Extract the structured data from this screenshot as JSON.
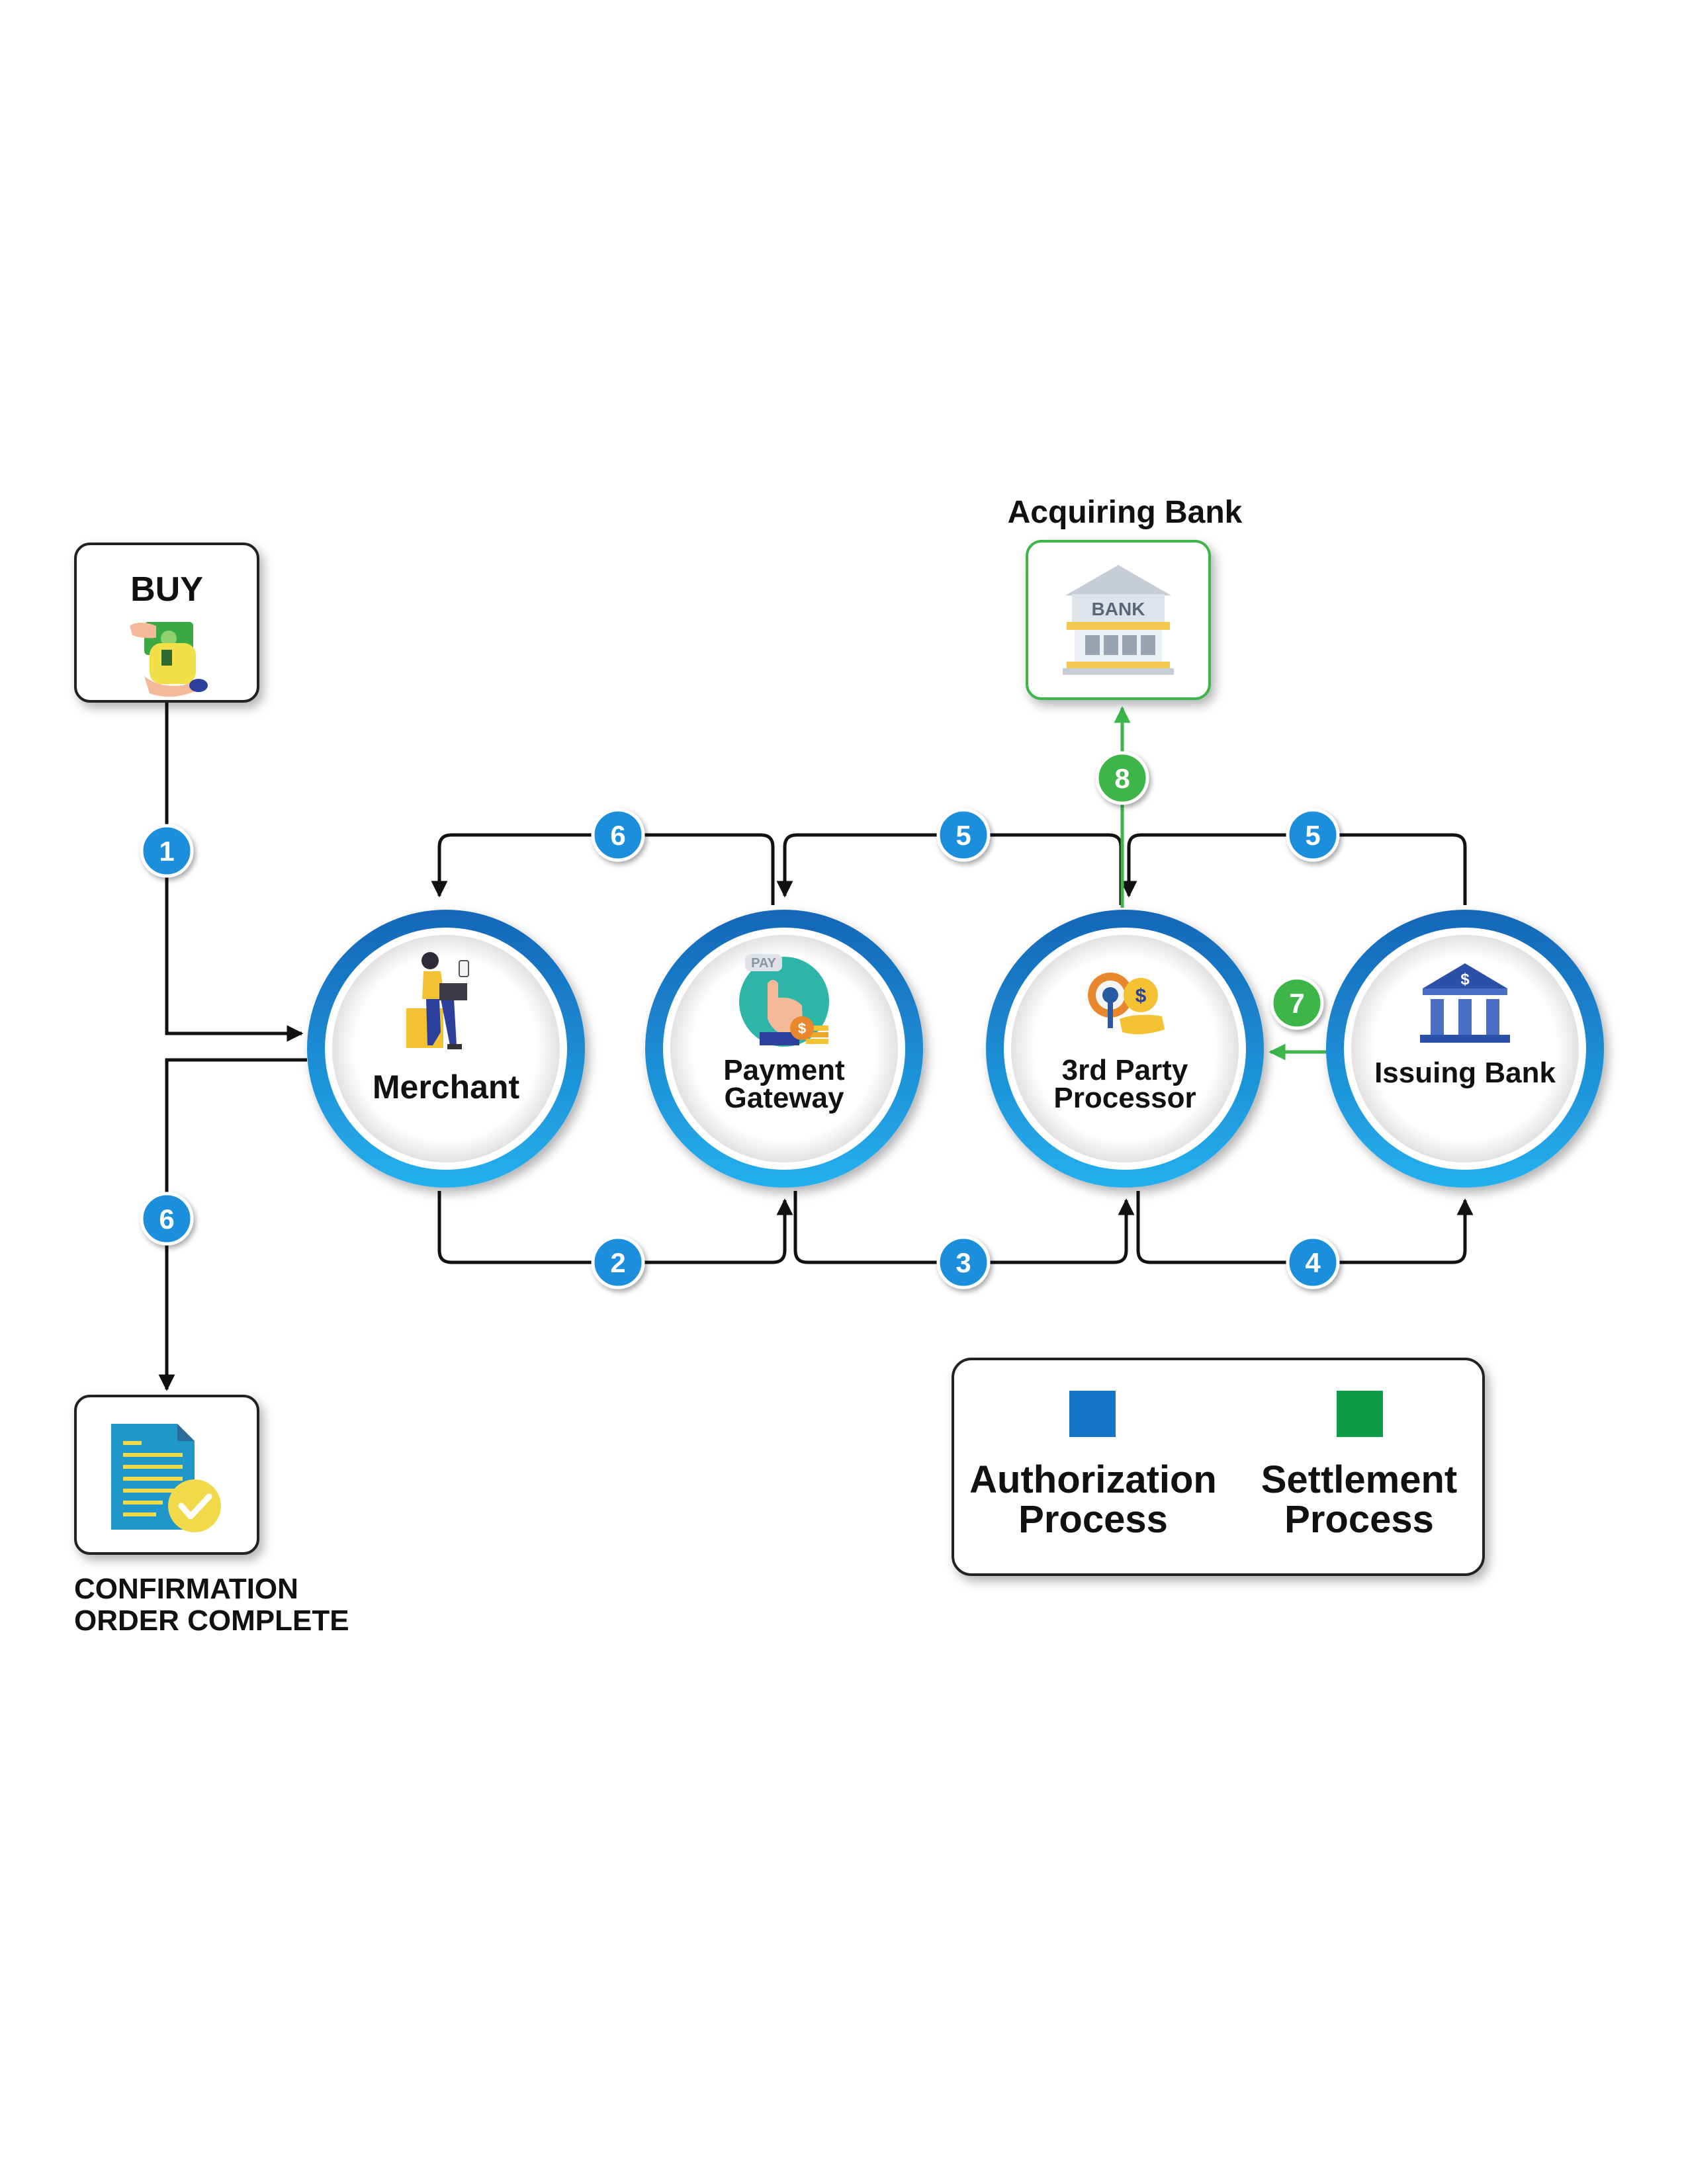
{
  "nodes": {
    "buy": {
      "label": "BUY"
    },
    "confirmation": {
      "line1": "CONFIRMATION",
      "line2": "ORDER COMPLETE"
    },
    "acquiring_bank": {
      "label": "Acquiring Bank",
      "icon_text": "BANK"
    },
    "merchant": {
      "label": "Merchant"
    },
    "payment_gateway": {
      "line1": "Payment",
      "line2": "Gateway",
      "icon_text": "PAY"
    },
    "processor": {
      "line1": "3rd Party",
      "line2": "Processor"
    },
    "issuing_bank": {
      "label": "Issuing Bank"
    }
  },
  "steps": {
    "buy_to_merchant": "1",
    "merchant_to_confirmation": "6",
    "merchant_to_gateway": "2",
    "gateway_to_processor": "3",
    "processor_to_issuing": "4",
    "gateway_to_merchant": "6",
    "processor_to_gateway": "5",
    "issuing_to_processor": "5",
    "issuing_settlement": "7",
    "processor_to_acquiring": "8"
  },
  "legend": {
    "authorization": {
      "line1": "Authorization",
      "line2": "Process",
      "color": "#1476c6"
    },
    "settlement": {
      "line1": "Settlement",
      "line2": "Process",
      "color": "#0f9a47"
    }
  },
  "colors": {
    "authorization_badge": "#1a8fdc",
    "settlement_badge": "#3cb54a",
    "ring": "#1f90e0"
  }
}
